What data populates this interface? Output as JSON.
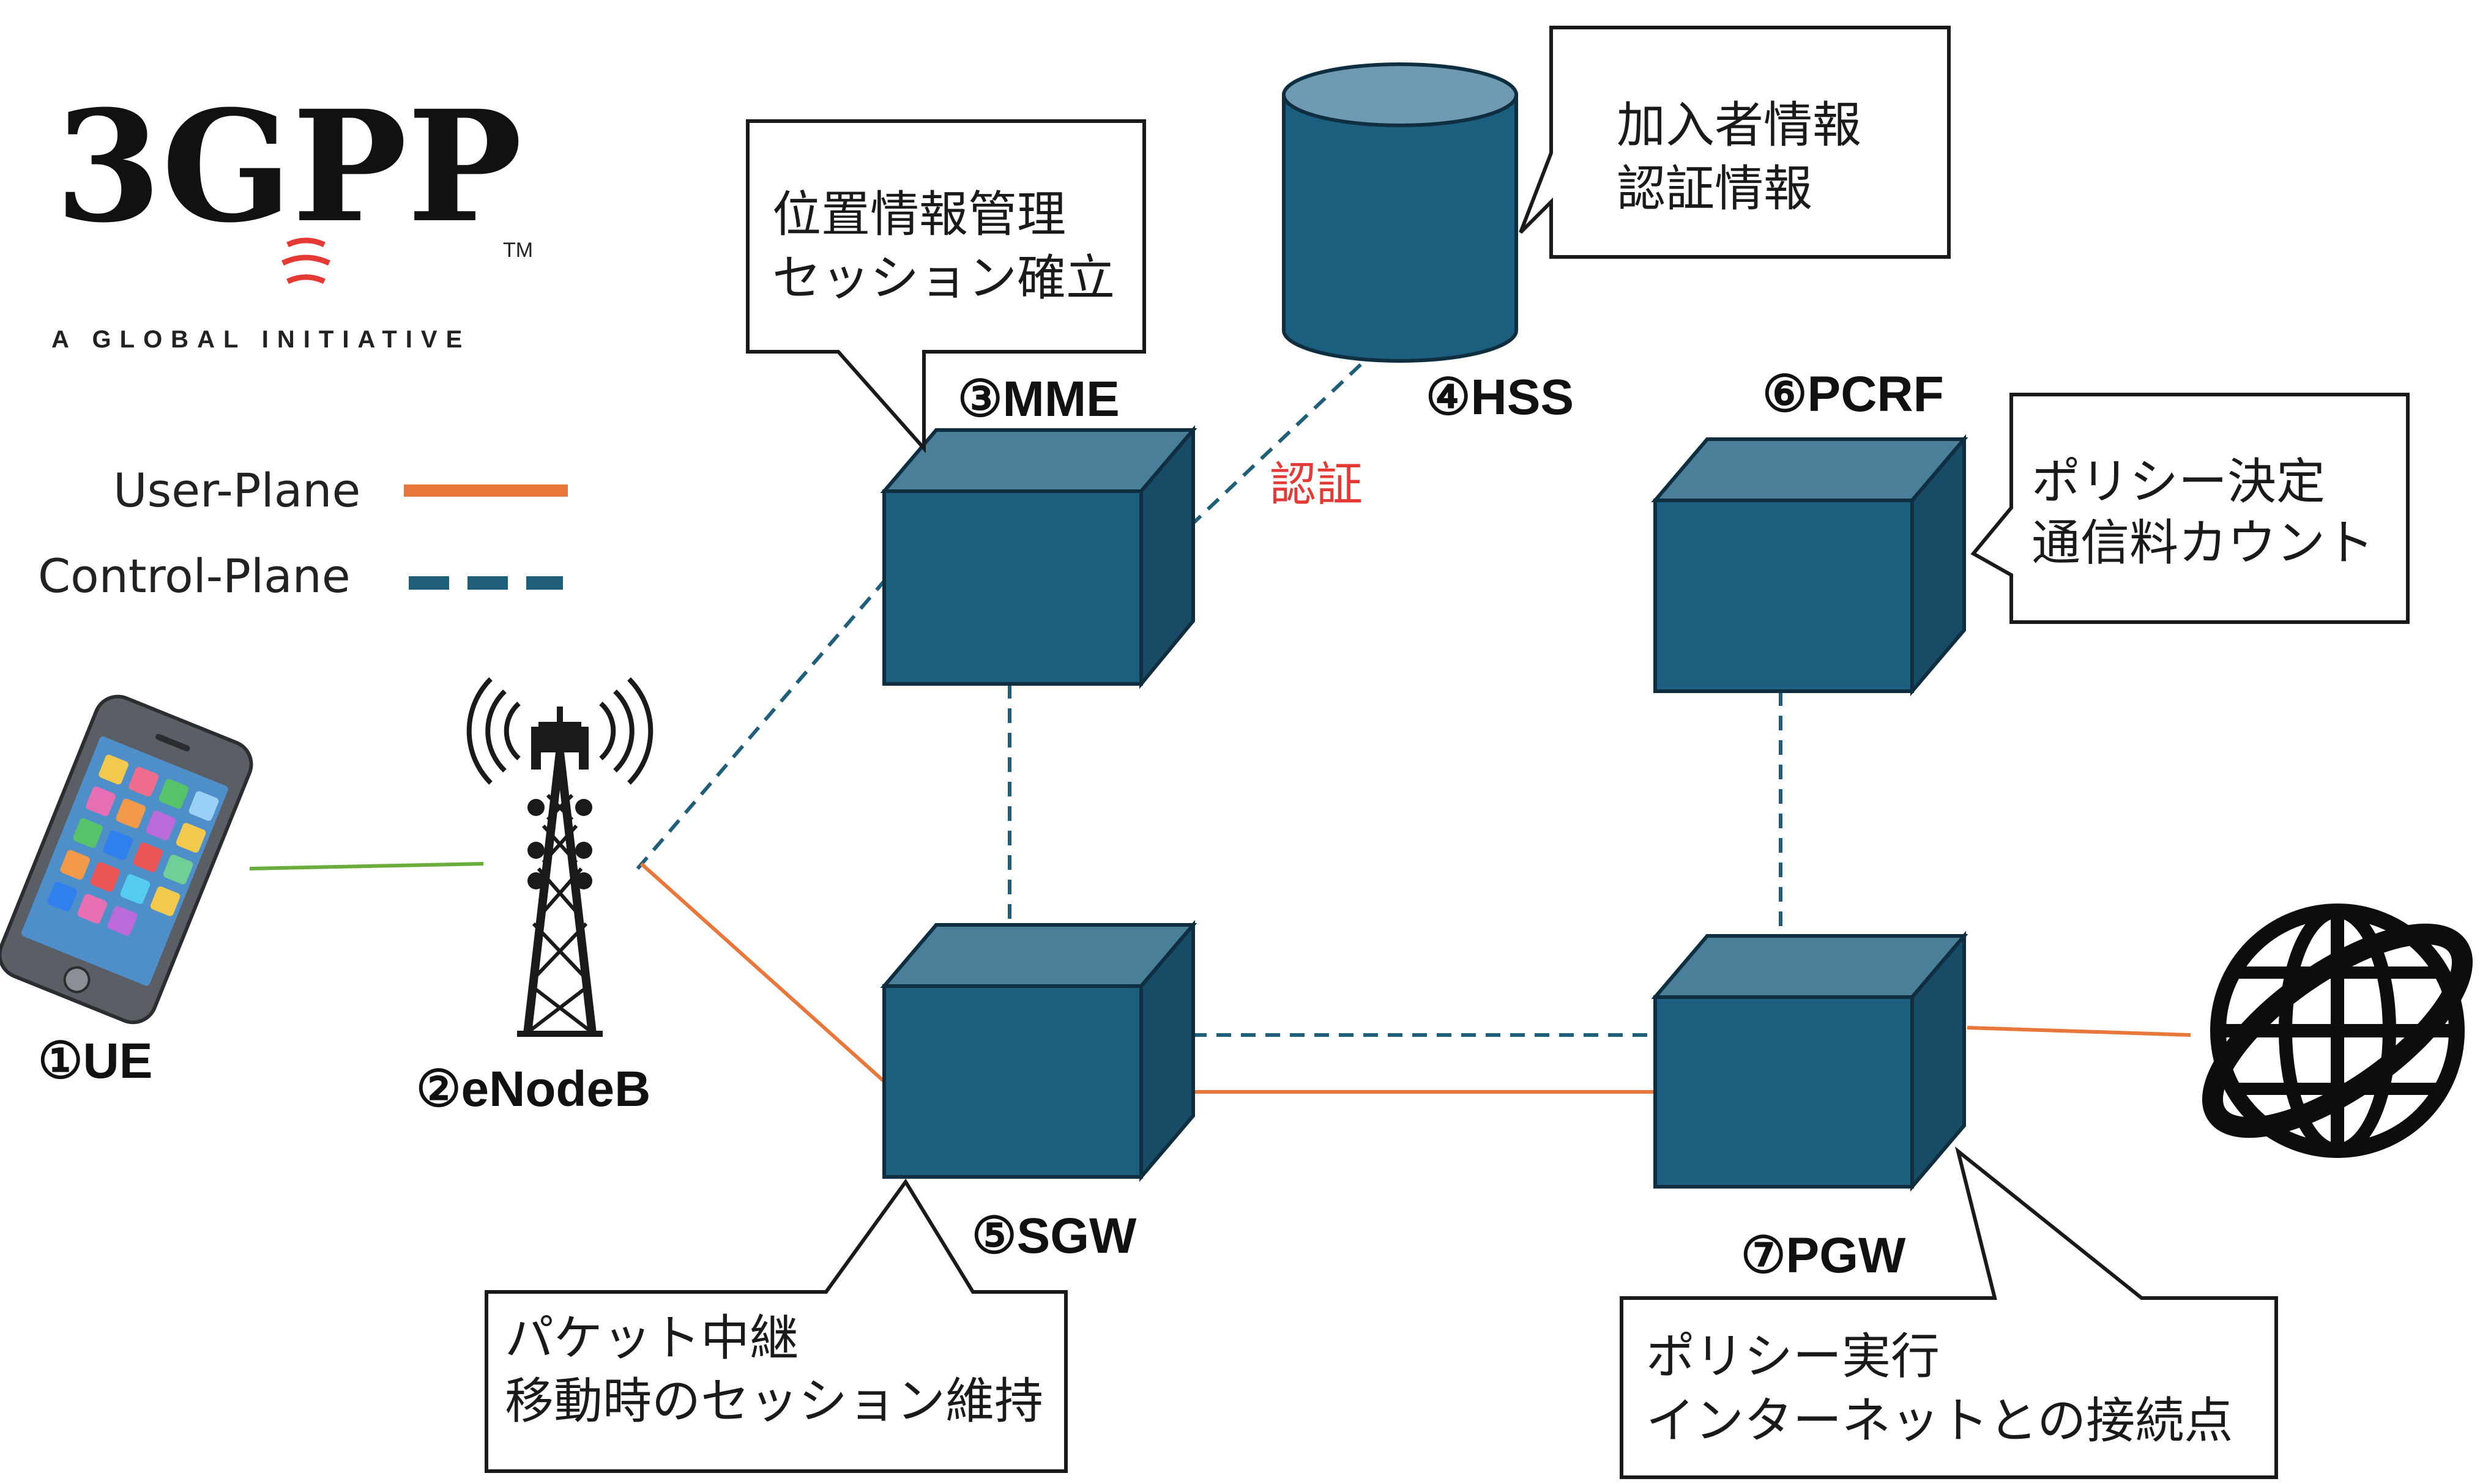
{
  "colors": {
    "user_plane": "#e8773c",
    "control_plane": "#1f5f7a",
    "box_front": "#1b5e7e",
    "box_top": "#4a7f9a",
    "box_side": "#174b66",
    "access_link": "#6aad3d",
    "auth": "#e53935"
  },
  "logo": {
    "text": "3GPP",
    "tm": "TM",
    "subtitle": "A GLOBAL INITIATIVE"
  },
  "legend": {
    "user_plane": "User-Plane",
    "control_plane": "Control-Plane"
  },
  "nodes": {
    "ue": "①UE",
    "enodeb": "②eNodeB",
    "mme": "③MME",
    "hss": "④HSS",
    "sgw": "⑤SGW",
    "pcrf": "⑥PCRF",
    "pgw": "⑦PGW"
  },
  "edges": {
    "auth_label": "認証"
  },
  "callouts": {
    "mme": {
      "line1": "位置情報管理",
      "line2": "セッション確立"
    },
    "hss": {
      "line1": "加入者情報",
      "line2": "認証情報"
    },
    "pcrf": {
      "line1": "ポリシー決定",
      "line2": "通信料カウント"
    },
    "sgw": {
      "line1": "パケット中継",
      "line2": "移動時のセッション維持"
    },
    "pgw": {
      "line1": "ポリシー実行",
      "line2": "インターネットとの接続点"
    }
  },
  "icons": {
    "ue": "smartphone-icon",
    "enodeb": "cell-tower-icon",
    "hss": "database-cylinder-icon",
    "internet": "globe-icon"
  }
}
